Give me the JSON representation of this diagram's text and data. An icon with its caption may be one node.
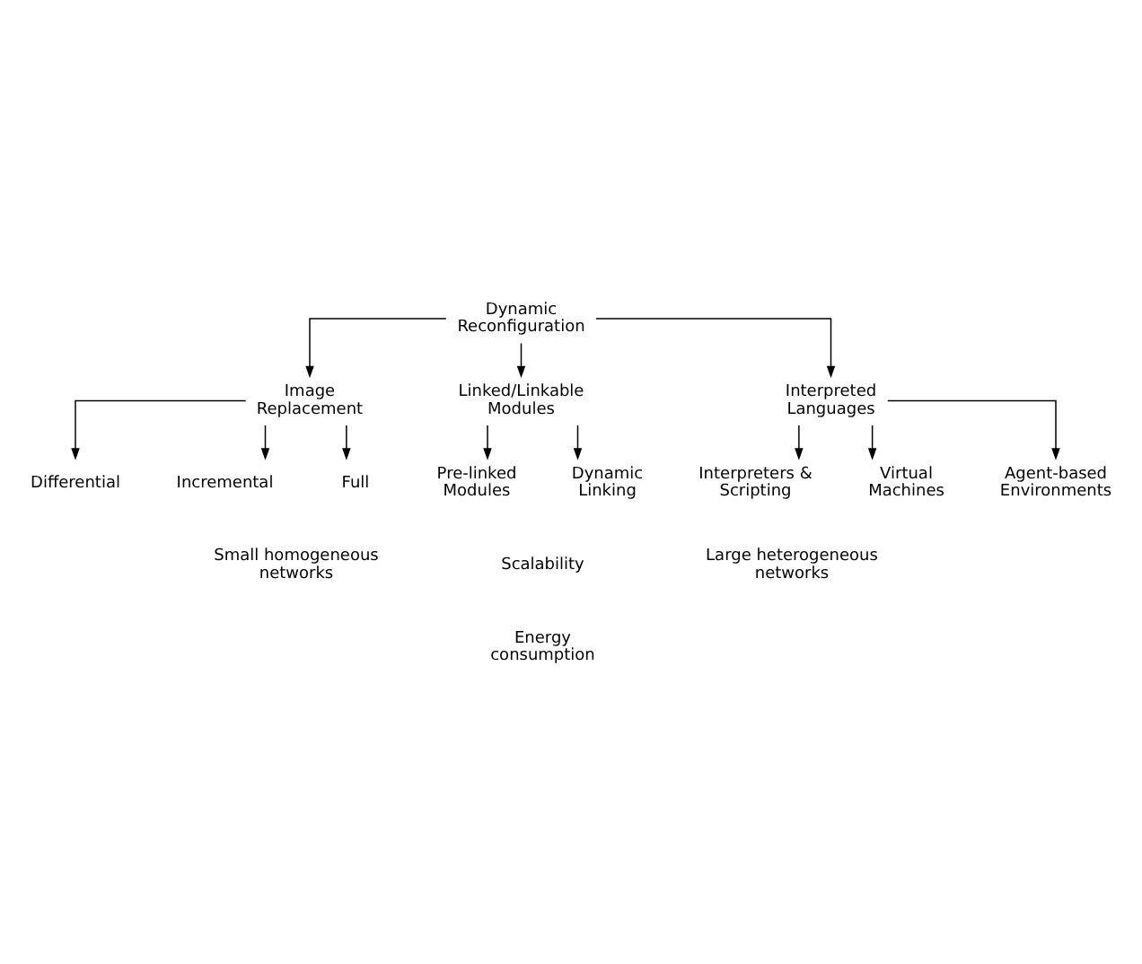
{
  "diagram": {
    "nodes": [
      {
        "text": [
          "Dynamic Reconfiguration"
        ]
      },
      {
        "text": [
          "Image Replacement"
        ]
      },
      {
        "text": [
          "Linked/Linkable Modules"
        ]
      },
      {
        "text": [
          "Interpreted Languages"
        ]
      },
      {
        "text": [
          "Differential"
        ]
      },
      {
        "text": [
          "Incremental"
        ]
      },
      {
        "text": [
          "Full"
        ]
      },
      {
        "text": [
          "Interpreters & Scripting"
        ]
      },
      {
        "text": [
          "Virtual Machines"
        ]
      },
      {
        "text": [
          "Agent-based Environments"
        ]
      },
      {
        "text": [
          "Pre-linked Modules"
        ]
      },
      {
        "text": [
          "Dynamic Linking"
        ]
      }
    ],
    "edges": [
      {
        "from": 0,
        "to": 1,
        "arrow": "to"
      },
      {
        "from": 0,
        "to": 2,
        "arrow": "to"
      },
      {
        "from": 0,
        "to": 3,
        "arrow": "to"
      },
      {
        "from": 1,
        "to": 4,
        "arrow": "to"
      },
      {
        "from": 1,
        "to": 5,
        "arrow": "to"
      },
      {
        "from": 1,
        "to": 6,
        "arrow": "to"
      },
      {
        "from": 3,
        "to": 7,
        "arrow": "to"
      },
      {
        "from": 3,
        "to": 8,
        "arrow": "to"
      },
      {
        "from": 3,
        "to": 9,
        "arrow": "to"
      },
      {
        "from": 2,
        "to": 10,
        "arrow": "to"
      },
      {
        "from": 2,
        "to": 11,
        "arrow": "to"
      }
    ],
    "labels": [
      "Small homogeneous networks",
      "Scalability",
      "Energy consumption",
      "Large heterogeneous networks"
    ]
  }
}
